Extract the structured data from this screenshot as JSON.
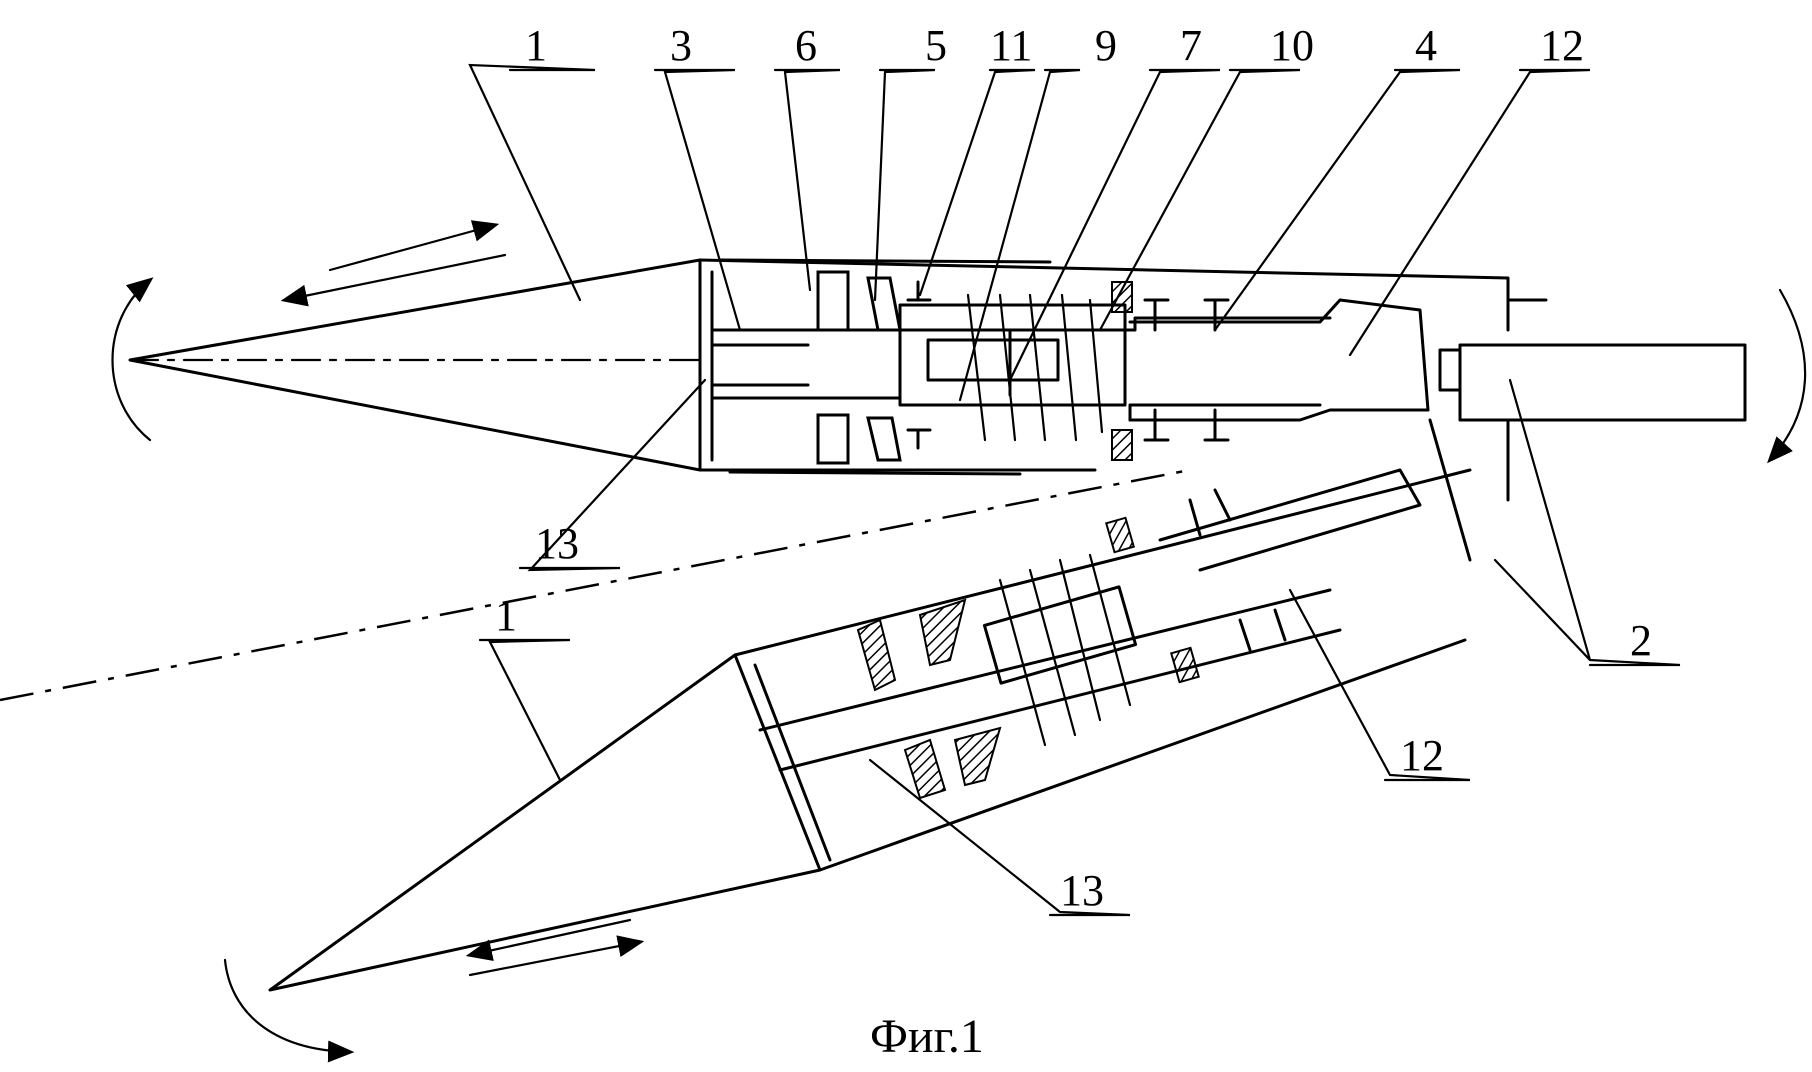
{
  "figure": {
    "caption": "Фиг.1",
    "labels": {
      "l1_top": "1",
      "l3": "3",
      "l6": "6",
      "l5": "5",
      "l11": "11",
      "l9": "9",
      "l7": "7",
      "l10": "10",
      "l4": "4",
      "l12_top": "12",
      "l13_top": "13",
      "l1_bottom": "1",
      "l2": "2",
      "l12_bottom": "12",
      "l13_bottom": "13"
    }
  }
}
